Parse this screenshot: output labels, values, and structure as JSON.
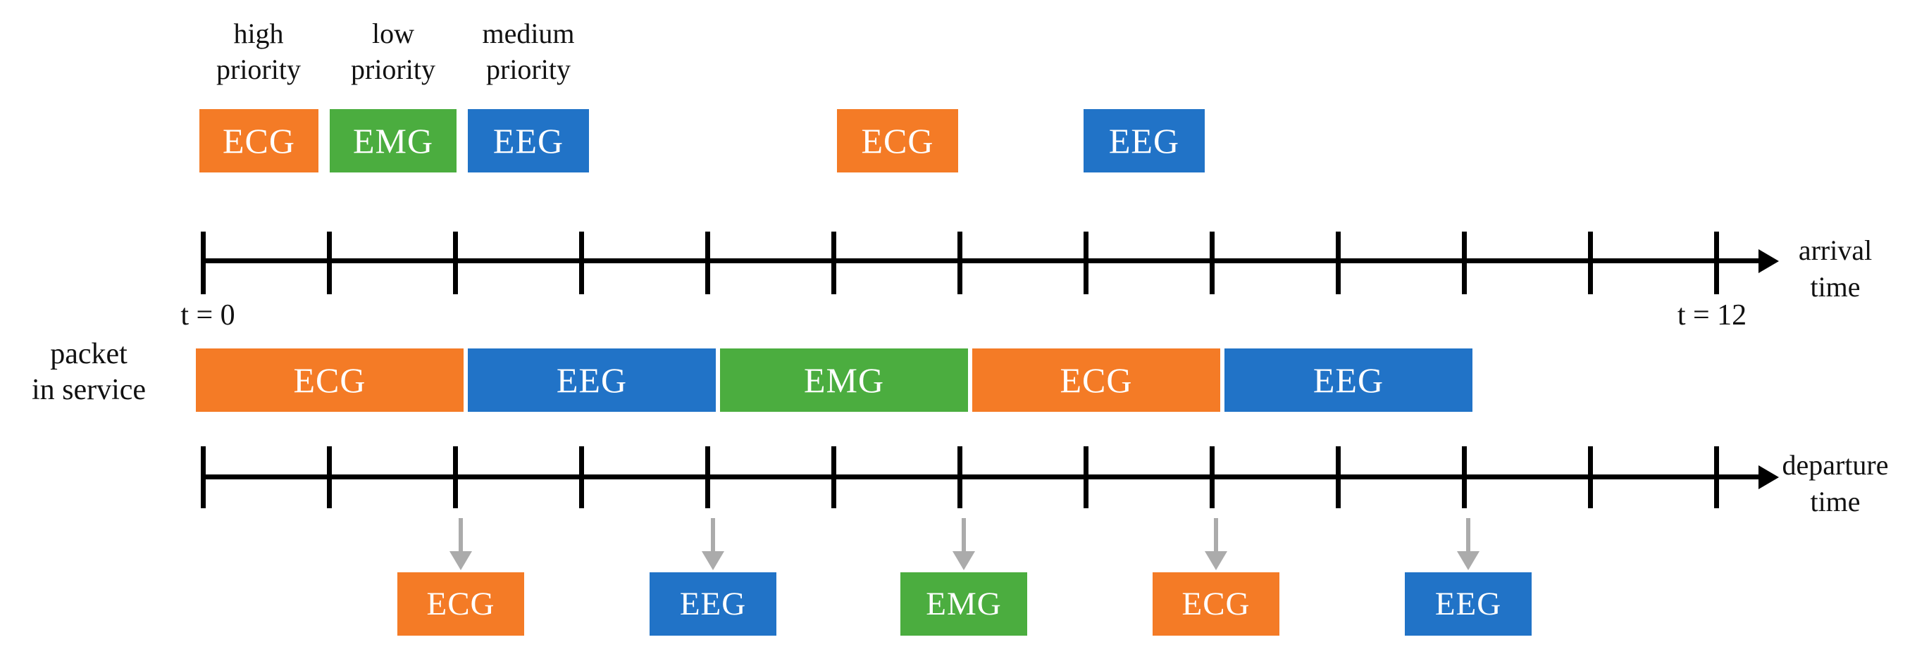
{
  "palette": {
    "orange": "#F47B26",
    "green": "#4BAD3F",
    "blue": "#2173C7",
    "arrow_gray": "#ABABAB",
    "axis_black": "#000000"
  },
  "priority_queues": [
    {
      "label_line1": "high",
      "label_line2": "priority",
      "packet": "ECG",
      "color": "#F47B26"
    },
    {
      "label_line1": "low",
      "label_line2": "priority",
      "packet": "EMG",
      "color": "#4BAD3F"
    },
    {
      "label_line1": "medium",
      "label_line2": "priority",
      "packet": "EEG",
      "color": "#2173C7"
    }
  ],
  "late_arrivals": [
    {
      "packet": "ECG",
      "color": "#F47B26"
    },
    {
      "packet": "EEG",
      "color": "#2173C7"
    }
  ],
  "arrival_axis": {
    "tick_count": 13,
    "start_label": "t = 0",
    "end_label": "t = 12",
    "label_line1": "arrival",
    "label_line2": "time"
  },
  "service_row": {
    "label_line1": "packet",
    "label_line2": "in service",
    "blocks": [
      {
        "packet": "ECG",
        "color": "#F47B26"
      },
      {
        "packet": "EEG",
        "color": "#2173C7"
      },
      {
        "packet": "EMG",
        "color": "#4BAD3F"
      },
      {
        "packet": "ECG",
        "color": "#F47B26"
      },
      {
        "packet": "EEG",
        "color": "#2173C7"
      }
    ]
  },
  "departure_axis": {
    "tick_count": 13,
    "label_line1": "departure",
    "label_line2": "time"
  },
  "departures": [
    {
      "packet": "ECG",
      "color": "#F47B26"
    },
    {
      "packet": "EEG",
      "color": "#2173C7"
    },
    {
      "packet": "EMG",
      "color": "#4BAD3F"
    },
    {
      "packet": "ECG",
      "color": "#F47B26"
    },
    {
      "packet": "EEG",
      "color": "#2173C7"
    }
  ]
}
